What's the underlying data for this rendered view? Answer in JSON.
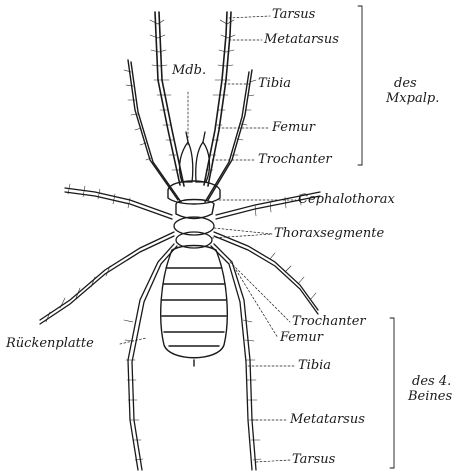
{
  "labels": {
    "mdb": "Mdb.",
    "tarsus_top": "Tarsus",
    "metatarsus_top": "Metatarsus",
    "tibia_top": "Tibia",
    "femur_top": "Femur",
    "trochanter_top": "Trochanter",
    "cephalothorax": "Cephalothorax",
    "thoraxsegmente": "Thoraxsegmente",
    "trochanter_bottom": "Trochanter",
    "femur_bottom": "Femur",
    "tibia_bottom": "Tibia",
    "metatarsus_bottom": "Metatarsus",
    "tarsus_bottom": "Tarsus",
    "rueckenplatte": "Rückenplatte"
  },
  "groups": {
    "mxpalp_line1": "des",
    "mxpalp_line2": "Mxpalp.",
    "leg4_line1": "des 4.",
    "leg4_line2": "Beines"
  },
  "colors": {
    "ink": "#1a1a1a",
    "paper": "#ffffff"
  }
}
